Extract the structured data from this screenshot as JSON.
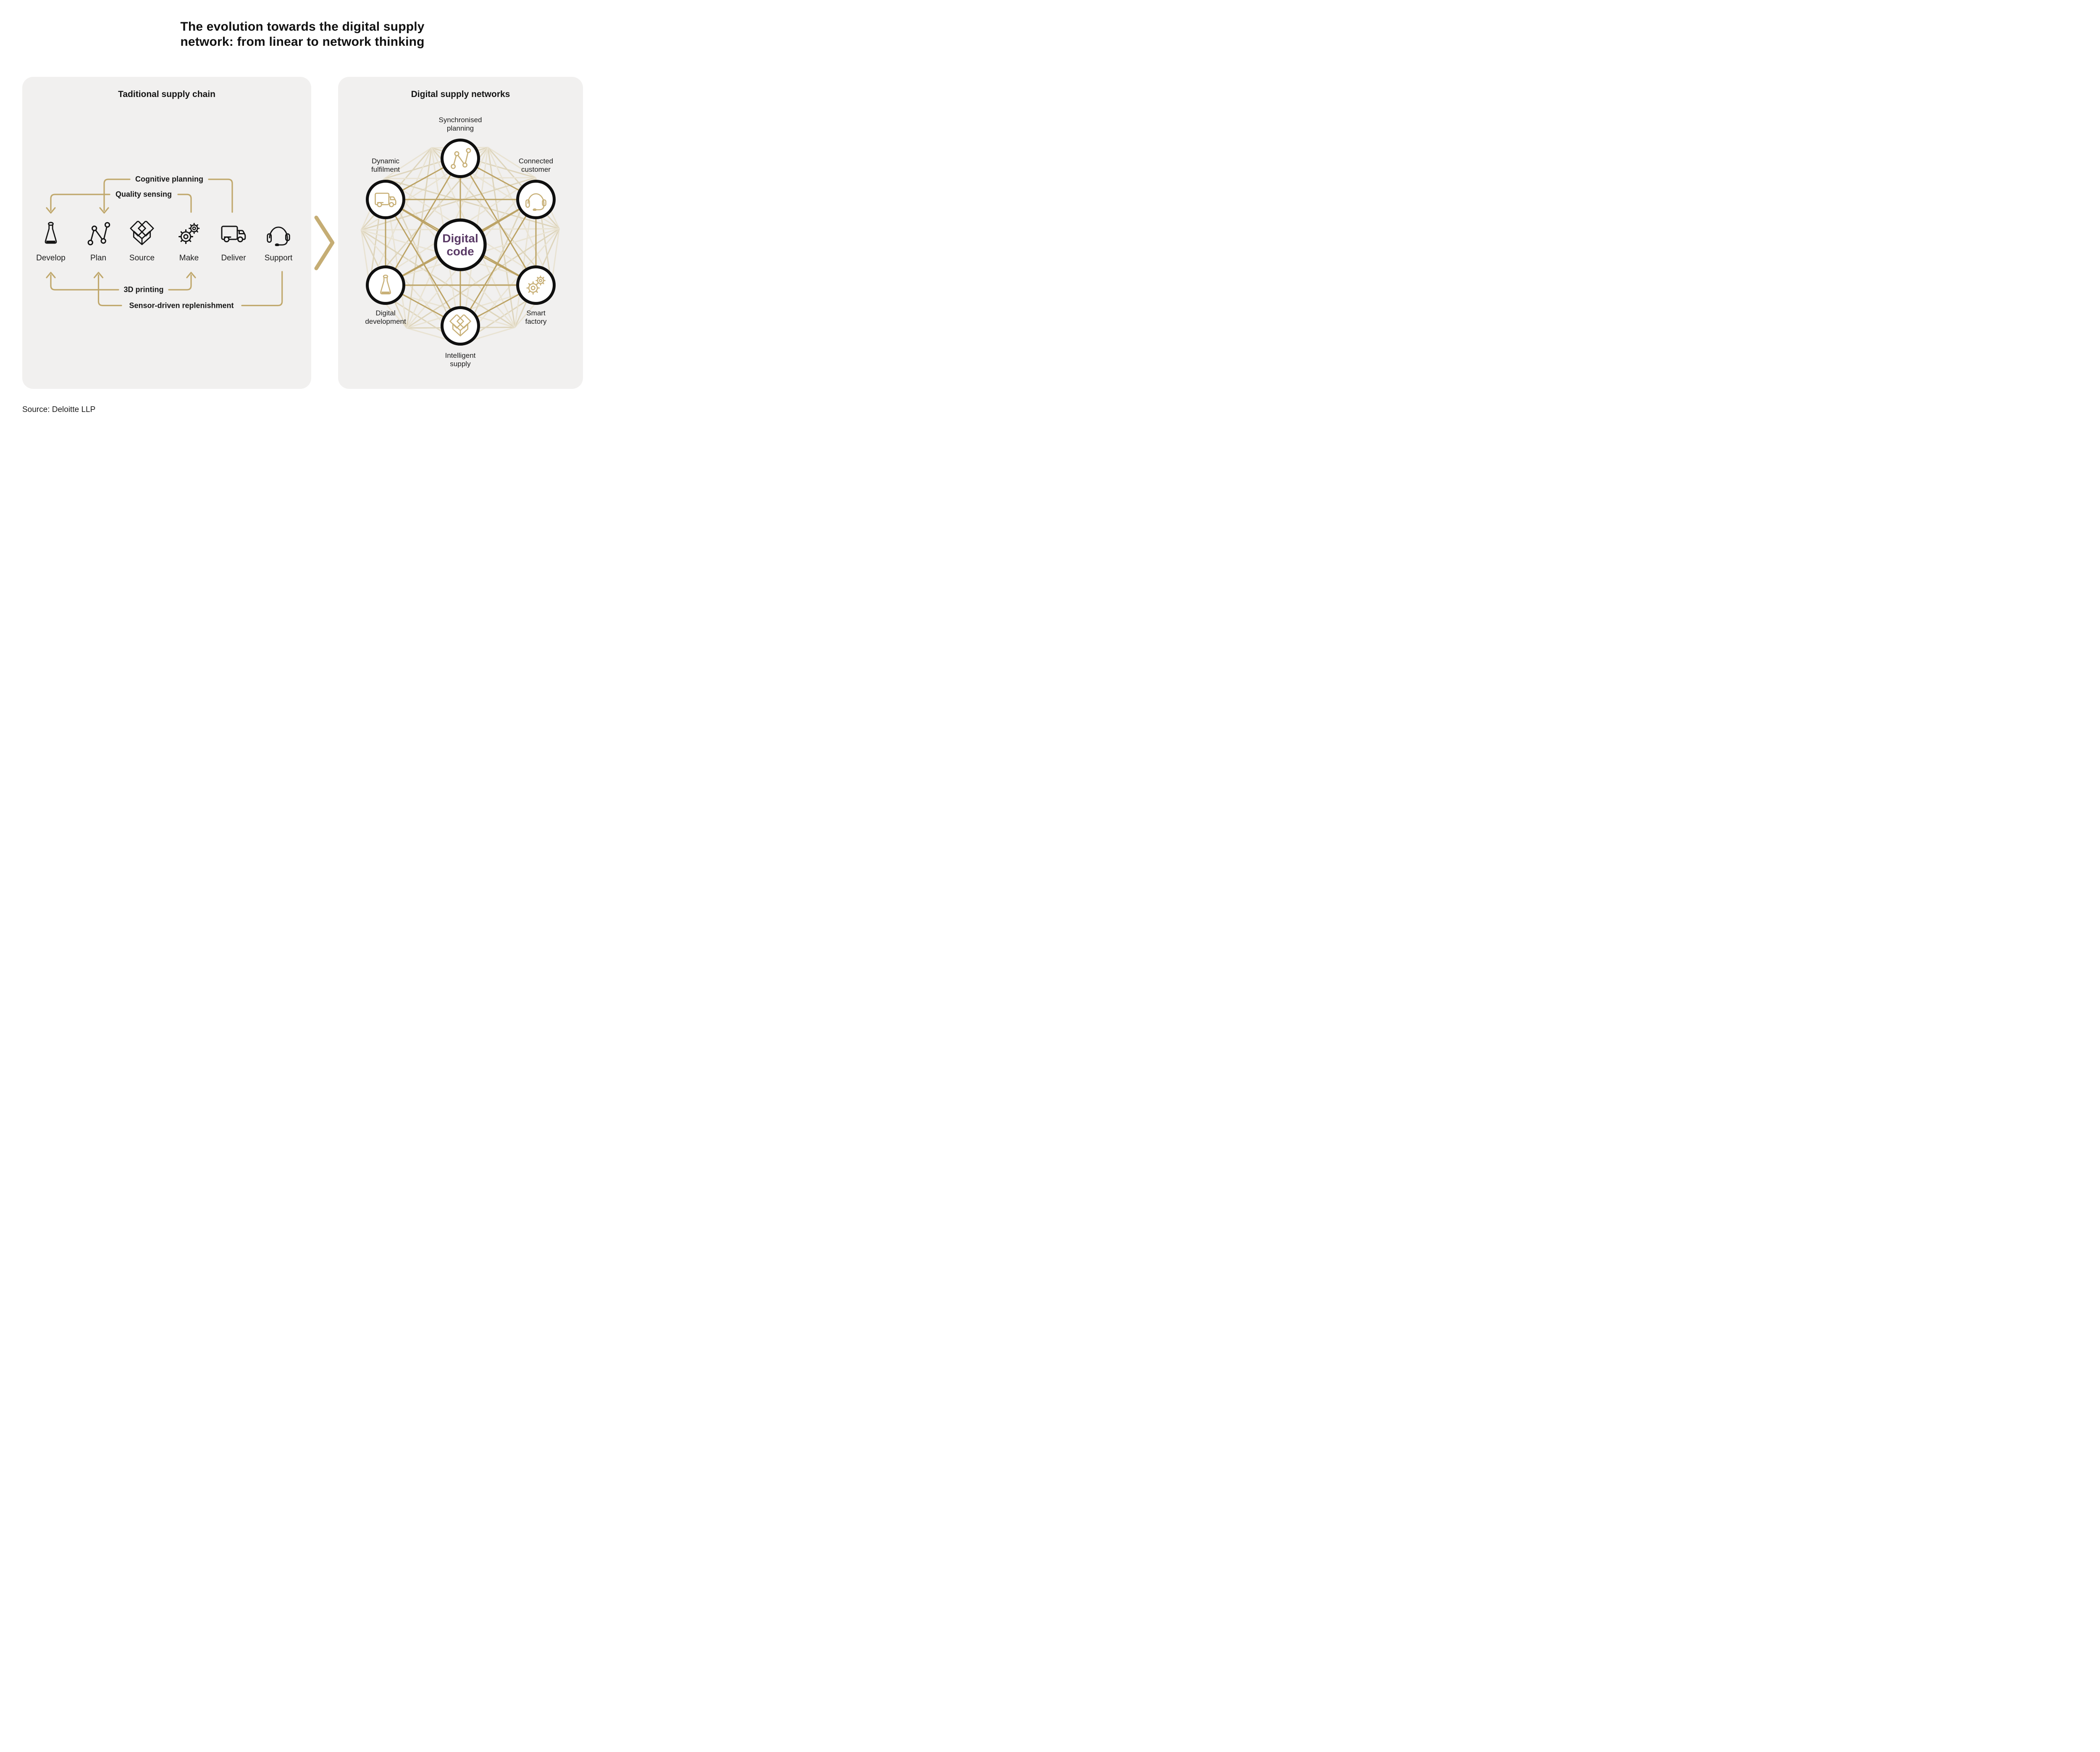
{
  "title": {
    "line1": "The evolution towards the digital supply",
    "line2": "network: from linear to network thinking"
  },
  "traditional": {
    "panel_title": "Taditional supply chain",
    "steps": [
      {
        "label": "Develop",
        "icon": "flask-icon"
      },
      {
        "label": "Plan",
        "icon": "zigzag-chart-icon"
      },
      {
        "label": "Source",
        "icon": "open-box-icon"
      },
      {
        "label": "Make",
        "icon": "gears-icon"
      },
      {
        "label": "Deliver",
        "icon": "truck-icon"
      },
      {
        "label": "Support",
        "icon": "headset-icon"
      }
    ],
    "annotations": [
      {
        "label": "Cognitive planning"
      },
      {
        "label": "Quality sensing"
      },
      {
        "label": "3D printing"
      },
      {
        "label": "Sensor-driven replenishment"
      }
    ]
  },
  "digital": {
    "panel_title": "Digital supply networks",
    "center": {
      "line1": "Digital",
      "line2": "code"
    },
    "nodes": [
      {
        "line1": "Synchronised",
        "line2": "planning",
        "icon": "zigzag-chart-icon"
      },
      {
        "line1": "Dynamic",
        "line2": "fulfilment",
        "icon": "truck-icon"
      },
      {
        "line1": "Connected",
        "line2": "customer",
        "icon": "headset-icon"
      },
      {
        "line1": "Digital",
        "line2": "development",
        "icon": "flask-icon"
      },
      {
        "line1": "Smart",
        "line2": "factory",
        "icon": "gears-icon"
      },
      {
        "line1": "Intelligent",
        "line2": "supply",
        "icon": "open-box-icon"
      }
    ]
  },
  "source": "Source: Deloitte LLP",
  "colors": {
    "gold_line": "#c0a86c",
    "gold_icon": "#c8b077",
    "mesh_light": "#e9e3d3",
    "mesh_mid": "#ded5bc",
    "purple": "#5a3a66",
    "panel_bg": "#f1f0ef",
    "ink": "#1b1b1b"
  }
}
